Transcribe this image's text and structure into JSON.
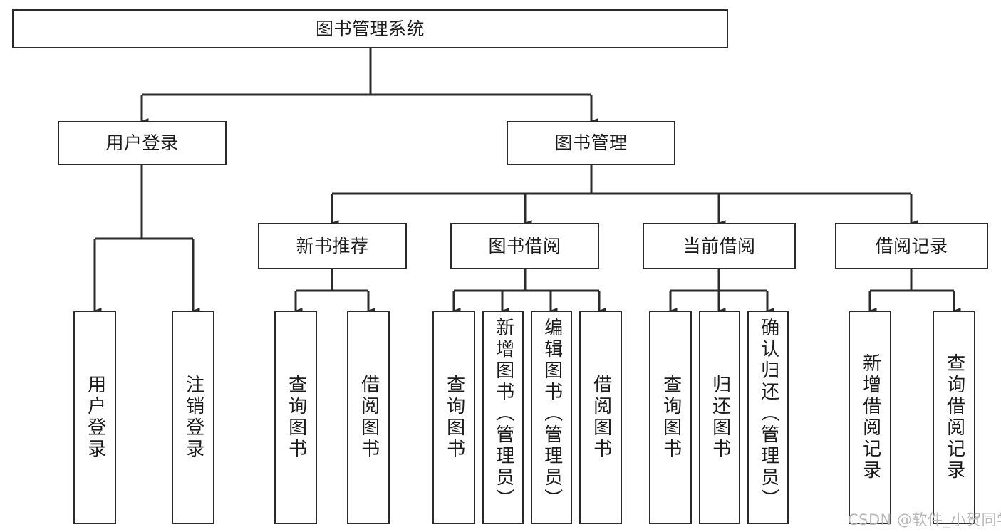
{
  "diagram": {
    "type": "tree-hierarchy",
    "title": "图书管理系统",
    "background_color": "#ffffff",
    "line_color": "#2b2b2b",
    "box_border_color": "#2b2b2b",
    "text_color": "#1b1b1b"
  },
  "nodes": {
    "root": {
      "label": "图书管理系统",
      "level": 0
    },
    "level1": [
      {
        "id": "user-login",
        "label": "用户登录"
      },
      {
        "id": "book-manage",
        "label": "图书管理"
      }
    ],
    "level2": [
      {
        "id": "new-book-recommend",
        "label": "新书推荐"
      },
      {
        "id": "book-borrow",
        "label": "图书借阅"
      },
      {
        "id": "current-borrow",
        "label": "当前借阅"
      },
      {
        "id": "borrow-record",
        "label": "借阅记录"
      }
    ],
    "leaves": [
      {
        "id": "leaf-user-login",
        "label": "用户登录",
        "parent": "user-login"
      },
      {
        "id": "leaf-logout",
        "label": "注销登录",
        "parent": "user-login"
      },
      {
        "id": "leaf-query-book-1",
        "label": "查询图书",
        "parent": "new-book-recommend"
      },
      {
        "id": "leaf-borrow-book-1",
        "label": "借阅图书",
        "parent": "new-book-recommend"
      },
      {
        "id": "leaf-query-book-2",
        "label": "查询图书",
        "parent": "book-borrow"
      },
      {
        "id": "leaf-add-book",
        "label": "新增图书（管理员）",
        "parent": "book-borrow"
      },
      {
        "id": "leaf-edit-book",
        "label": "编辑图书（管理员）",
        "parent": "book-borrow"
      },
      {
        "id": "leaf-borrow-book-2",
        "label": "借阅图书",
        "parent": "book-borrow"
      },
      {
        "id": "leaf-query-book-3",
        "label": "查询图书",
        "parent": "current-borrow"
      },
      {
        "id": "leaf-return-book",
        "label": "归还图书",
        "parent": "current-borrow"
      },
      {
        "id": "leaf-confirm-return",
        "label": "确认归还（管理员）",
        "parent": "current-borrow"
      },
      {
        "id": "leaf-add-record",
        "label": "新增借阅记录",
        "parent": "borrow-record"
      },
      {
        "id": "leaf-query-record",
        "label": "查询借阅记录",
        "parent": "borrow-record"
      }
    ]
  },
  "watermark": {
    "text": "CSDN @软件_小贺同学"
  }
}
